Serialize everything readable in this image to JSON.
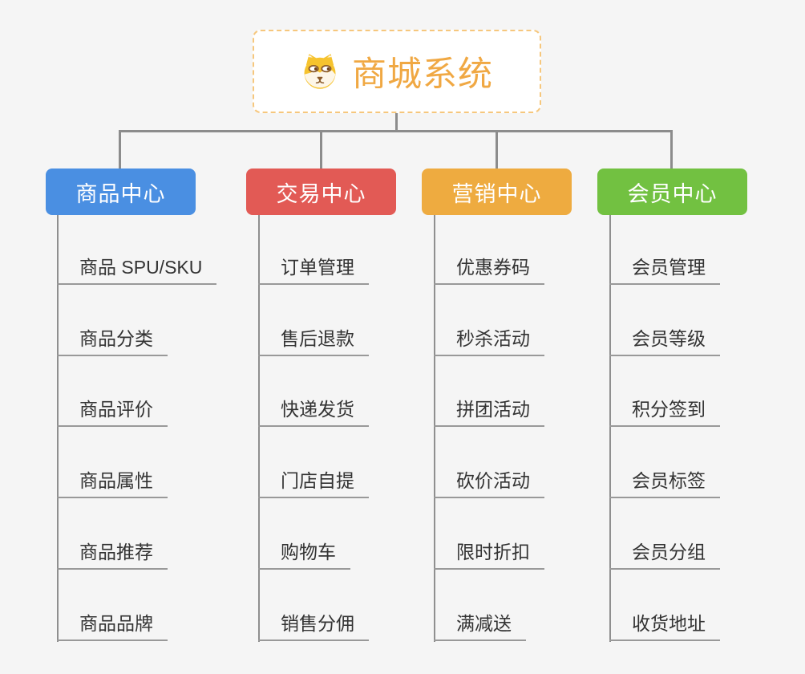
{
  "root": {
    "title": "商城系统",
    "icon": "dog-face-icon",
    "title_color": "#f0a843",
    "border_color": "#f6c77d"
  },
  "connector_color": "#8c8c8c",
  "background_color": "#f5f5f5",
  "branches": [
    {
      "label": "商品中心",
      "color": "#4a8fe2",
      "children": [
        "商品 SPU/SKU",
        "商品分类",
        "商品评价",
        "商品属性",
        "商品推荐",
        "商品品牌"
      ]
    },
    {
      "label": "交易中心",
      "color": "#e25a55",
      "children": [
        "订单管理",
        "售后退款",
        "快递发货",
        "门店自提",
        "购物车",
        "销售分佣"
      ]
    },
    {
      "label": "营销中心",
      "color": "#eeab40",
      "children": [
        "优惠券码",
        "秒杀活动",
        "拼团活动",
        "砍价活动",
        "限时折扣",
        "满减送"
      ]
    },
    {
      "label": "会员中心",
      "color": "#72c141",
      "children": [
        "会员管理",
        "会员等级",
        "积分签到",
        "会员标签",
        "会员分组",
        "收货地址"
      ]
    }
  ]
}
